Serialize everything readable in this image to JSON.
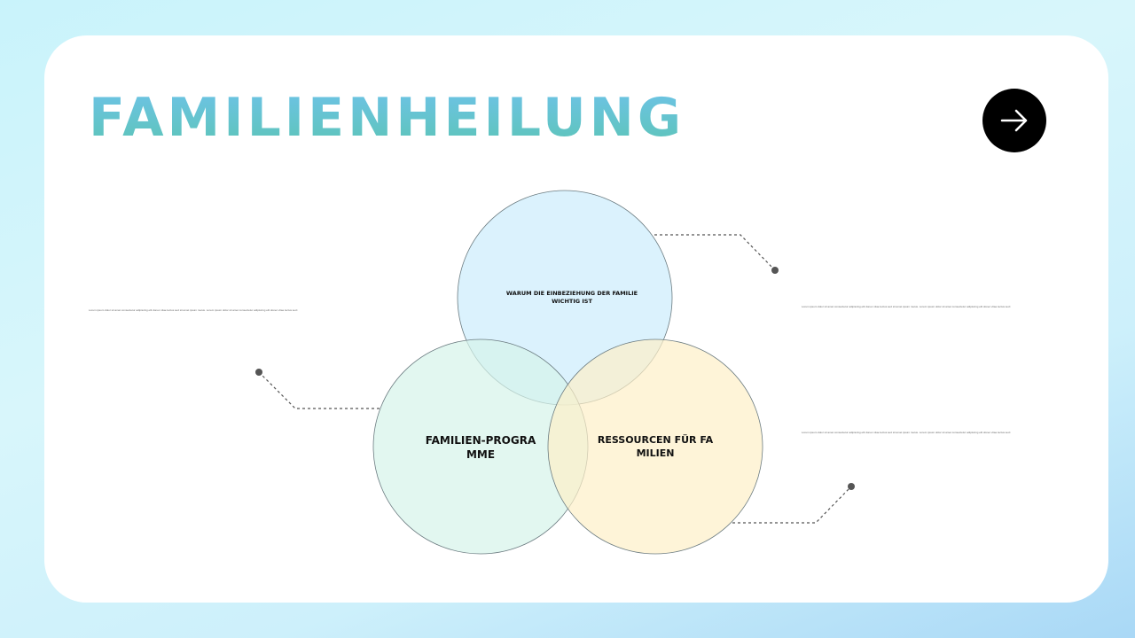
{
  "title": "FAMILIENHEILUNG",
  "next_button": {
    "icon": "arrow-right-icon"
  },
  "venn": {
    "circles": [
      {
        "label": "WARUM DIE EINBEZIEHUNG DER FAMILIE WICHTIG IST",
        "color": "#d6f0fc"
      },
      {
        "label": "FAMILIEN-PROGRAMME",
        "color": "#dcf5ee"
      },
      {
        "label": "RESSOURCEN FÜR FAMILIEN",
        "color": "#fdf1cf"
      }
    ]
  },
  "descriptions": {
    "left": "Lorem ipsum dolor sit amet consectetur adipiscing elit donec vitae lectus sed sit amet ipsum metus. Lorem ipsum dolor sit amet consectetur adipiscing elit donec vitae lectus sed sit amet ipsum metus.",
    "right_top": "Lorem ipsum dolor sit amet consectetur adipiscing elit donec vitae lectus sed sit amet ipsum metus. Lorem ipsum dolor sit amet consectetur adipiscing elit donec vitae lectus sed sit amet ipsum metus.",
    "right_bottom": "Lorem ipsum dolor sit amet consectetur adipiscing elit donec vitae lectus sed sit amet ipsum metus. Lorem ipsum dolor sit amet consectetur adipiscing elit donec vitae lectus sed sit amet ipsum metus."
  }
}
